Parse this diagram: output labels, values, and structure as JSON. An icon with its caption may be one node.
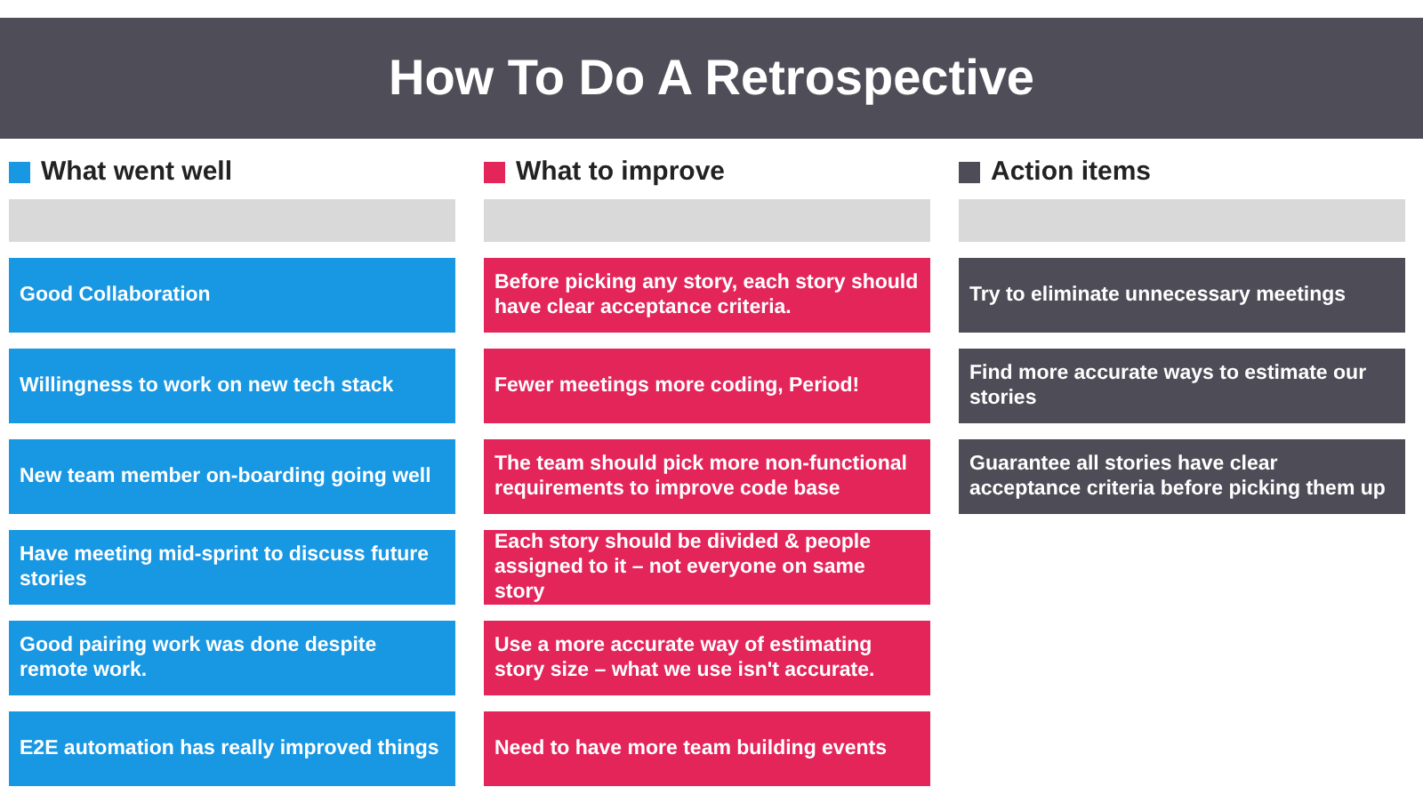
{
  "diagram": {
    "title": "How To Do A Retrospective",
    "nodes": [
      {
        "text": [],
        "shape": "bar"
      },
      {
        "text": [
          "Good Collaboration"
        ]
      },
      {
        "text": [
          "Willingness to work on new tech stack"
        ]
      },
      {
        "text": [
          "New team member on-boarding going well"
        ]
      },
      {
        "text": [
          "Have meeting mid-sprint to discuss future stories"
        ]
      },
      {
        "text": [
          "Good pairing work was done despite remote work."
        ]
      },
      {
        "text": [
          "E2E automation has really improved things"
        ]
      },
      {
        "text": [],
        "shape": "bar"
      },
      {
        "text": [
          "Before picking any story, each story should have clear acceptance criteria."
        ]
      },
      {
        "text": [
          "Fewer meetings more coding, Period!"
        ]
      },
      {
        "text": [
          "The team should pick more non-functional requirements to improve code base"
        ]
      },
      {
        "text": [
          "Each story should be divided & people assigned to it – not everyone on same story"
        ]
      },
      {
        "text": [
          "Use a more accurate way of estimating story size – what we use isn't accurate."
        ]
      },
      {
        "text": [
          "Need to have more team building events"
        ]
      },
      {
        "text": [],
        "shape": "bar"
      },
      {
        "text": [
          "Try to eliminate unnecessary meetings"
        ]
      },
      {
        "text": [
          "Find more accurate ways to estimate our stories"
        ]
      },
      {
        "text": [
          "Guarantee all stories have clear acceptance criteria before picking them up"
        ]
      }
    ],
    "legend": [
      {
        "text": "What went well",
        "color": "#1897e3"
      },
      {
        "text": "What to improve",
        "color": "#e3255a"
      },
      {
        "text": "Action items",
        "color": "#4e4c56"
      }
    ]
  }
}
